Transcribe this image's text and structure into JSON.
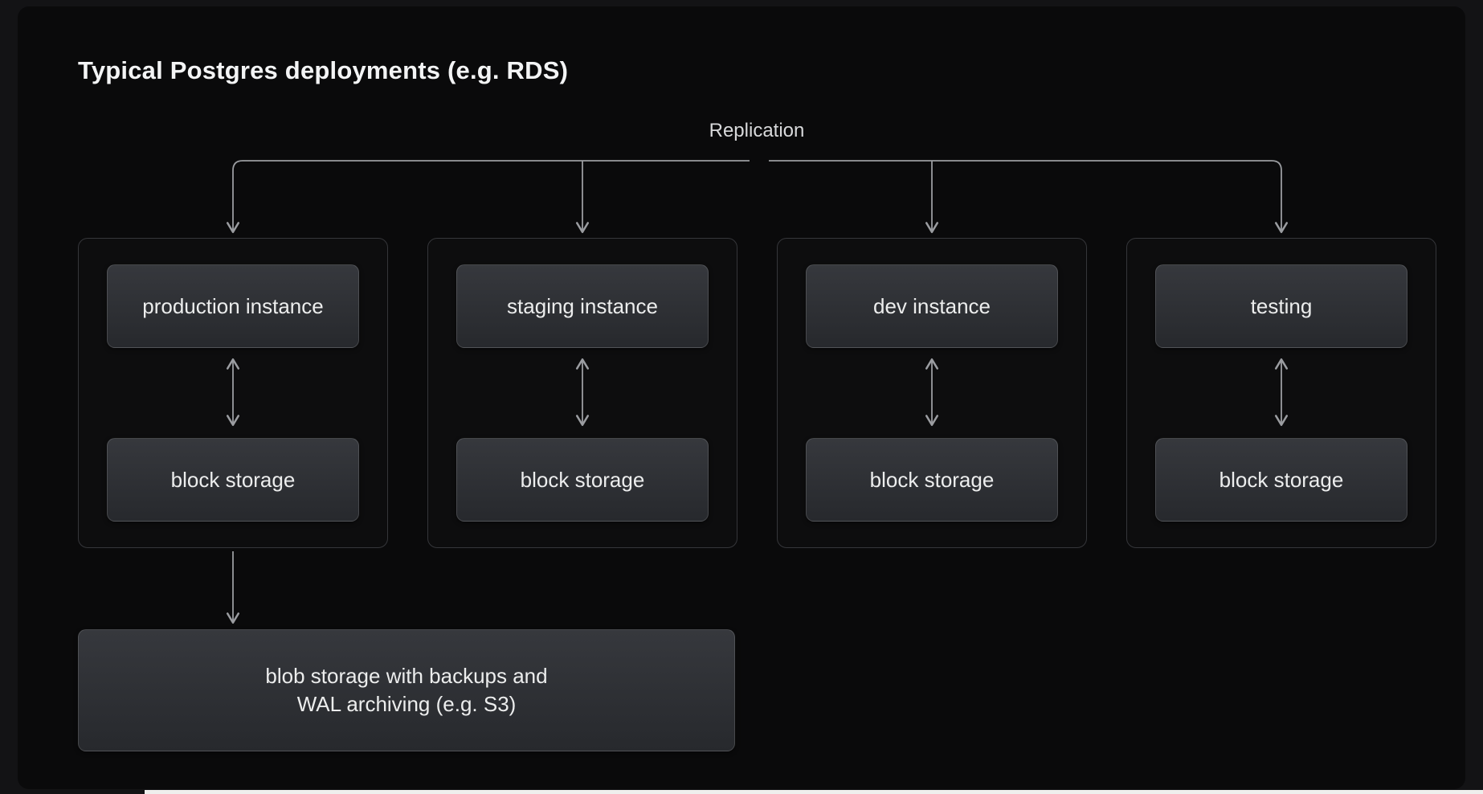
{
  "title": "Typical Postgres deployments (e.g. RDS)",
  "replication_label": "Replication",
  "groups": [
    {
      "instance": "production instance",
      "storage": "block storage"
    },
    {
      "instance": "staging instance",
      "storage": "block storage"
    },
    {
      "instance": "dev instance",
      "storage": "block storage"
    },
    {
      "instance": "testing",
      "storage": "block storage"
    }
  ],
  "blob": {
    "line1": "blob storage with backups and",
    "line2": "WAL archiving (e.g. S3)"
  },
  "colors": {
    "page-bg": "#131315",
    "canvas-bg": "#0a0a0b",
    "text": "#eceded",
    "muted-text": "#d8d9db",
    "line": "#9a9ca0",
    "group-border": "#35363a"
  }
}
